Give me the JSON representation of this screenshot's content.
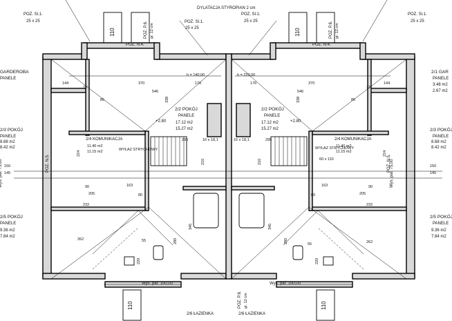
{
  "title": "DYLATACJA STYROPIAN 2 cm",
  "top_left": {
    "poz": "POZ. Sl.1.",
    "size": "25 x 25"
  },
  "top_mid_left": {
    "poz": "POZ. Sl.1.",
    "size": "25 x 25"
  },
  "top_mid_right": {
    "poz": "POZ. Sl.1.",
    "size": "25 x 25"
  },
  "top_right": {
    "poz": "POZ. Sl.1.",
    "size": "25 x 25"
  },
  "poz_n4": "POZ. N.4.",
  "poz_n5": "POZ. N.5.",
  "poz_p6": "POZ. P.6.",
  "gr_12": "gr. 12 cm",
  "h140": "h = 140,00",
  "h220": "h = 220,00",
  "wys": "Wys. par. 75,00",
  "wys100": "Wys. par. 100,00",
  "rooms": {
    "garderoba": "GARDEROBA",
    "panele": "PANELE",
    "garderoba_r": "2/1 GAR",
    "area_348": "3.48 m2",
    "area_267": "2.67 m2",
    "pokoj22": "2/2 POKÓJ",
    "area_1712": "17.12 m2",
    "area_1527": "15.27 m2",
    "pokoj23": "2/3 POKÓJ",
    "area_868": "8.68 m2",
    "area_842": "8.42 m2",
    "komunikacja": "2/4 KOMUNIKACJA",
    "area_1140": "11.40 m2",
    "area_1115": "11.15 m2",
    "wylaz": "WYŁAZ STRYCHOWY",
    "wylaz_size": "60 x 110",
    "pokoj25": "2/5 POKÓJ",
    "area_936": "9.36 m2",
    "area_784": "7.84 m2",
    "lazienka": "2/6 ŁAZIENKA",
    "elev": "+2.80"
  },
  "dims": {
    "d110": "110",
    "d370": "370",
    "d176": "176",
    "d144": "144",
    "d12": "12",
    "d546": "546",
    "d86": "86",
    "d90": "90",
    "d338": "338",
    "d295": "295",
    "d16x18": "16 x 18,1",
    "d224": "224",
    "d210": "210",
    "d205": "205",
    "d163": "163",
    "d80": "80",
    "d232": "232",
    "d262": "262",
    "d55": "55",
    "d220": "220",
    "d345": "345",
    "d150": "150",
    "d145": "145",
    "d280": "280"
  }
}
